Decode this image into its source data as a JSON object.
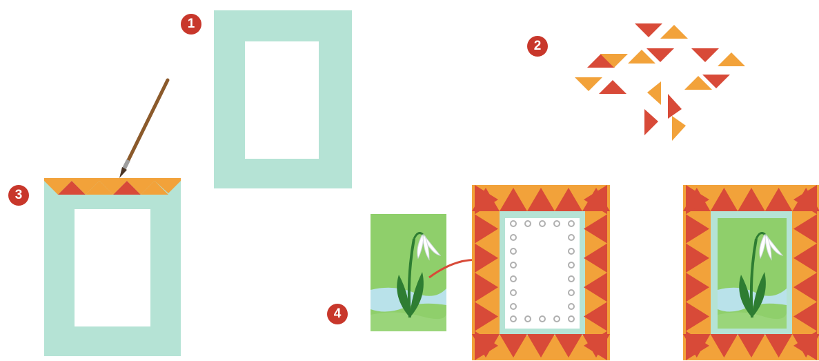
{
  "steps": {
    "step1": "1",
    "step2": "2",
    "step3": "3",
    "step4": "4"
  },
  "colors": {
    "mat": "#b5e3d5",
    "red": "#d84a38",
    "orange": "#f2a23a",
    "badge": "#c8372b",
    "picture_green": "#8fcf6b",
    "water": "#b9e2ea",
    "stem": "#2e7d32"
  },
  "icons": [
    "paintbrush-icon",
    "snowdrop-flower-icon",
    "curved-arrow-icon"
  ]
}
